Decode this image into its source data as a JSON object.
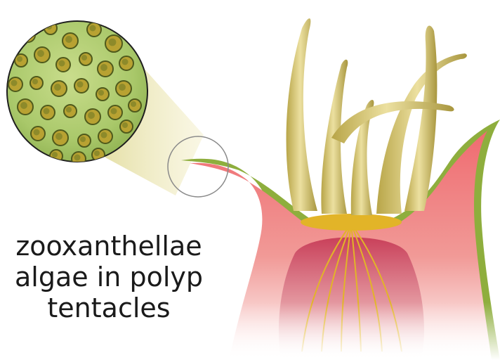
{
  "caption": {
    "lines": [
      "zooxanthellae",
      "algae in polyp",
      "tentacles"
    ]
  },
  "colors": {
    "background": "#ffffff",
    "magnifier_fill": "#a9c86a",
    "algae_cell": "#b8a232",
    "algae_cell_rim": "#4f5a1c",
    "polyp_body": "#ec8a8a",
    "polyp_body_deep": "#d64f55",
    "polyp_rim": "#8eae3d",
    "tentacle": "#d8c873",
    "tentacle_shade": "#a8963e",
    "mouth": "#e2b428"
  },
  "icons": [
    "magnifier-lens-icon",
    "zoom-circle-icon"
  ]
}
